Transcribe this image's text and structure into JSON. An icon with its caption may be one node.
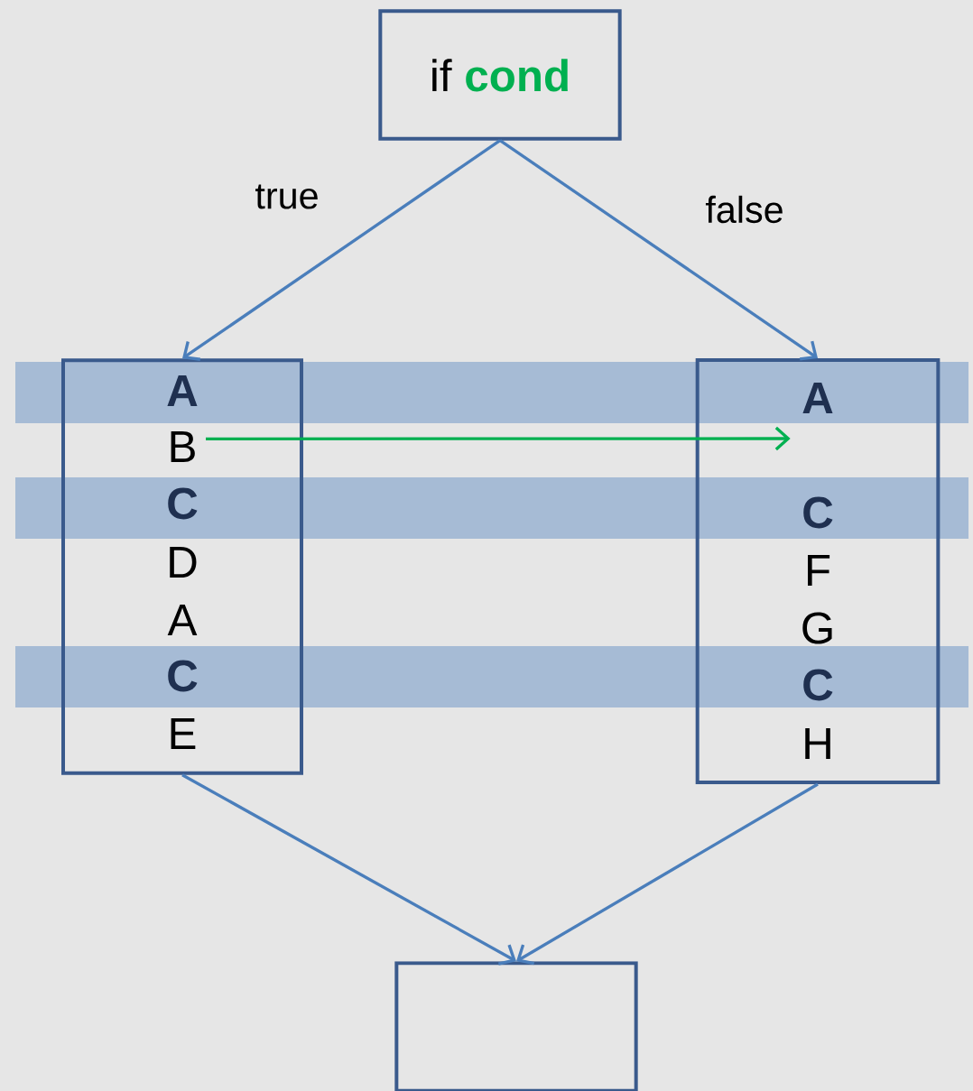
{
  "diagram": {
    "nodes": [
      {
        "text": [
          "if",
          "cond"
        ]
      },
      {
        "text": [
          "A",
          "B",
          "C",
          "D",
          "A",
          "C",
          "E"
        ]
      },
      {
        "text": [
          "A",
          "C",
          "F",
          "G",
          "C",
          "H"
        ]
      },
      {
        "text": [],
        "shape": "box"
      }
    ],
    "edges": [
      {
        "from": 0,
        "to": 1,
        "arrow": "to",
        "label": "true"
      },
      {
        "from": 0,
        "to": 2,
        "arrow": "to",
        "label": "false"
      },
      {
        "from": 1,
        "to": 3,
        "arrow": "to"
      },
      {
        "from": 2,
        "to": 3,
        "arrow": "to"
      },
      {
        "from": 1,
        "to": 2,
        "arrow": "to",
        "color": "#00b050"
      }
    ]
  }
}
